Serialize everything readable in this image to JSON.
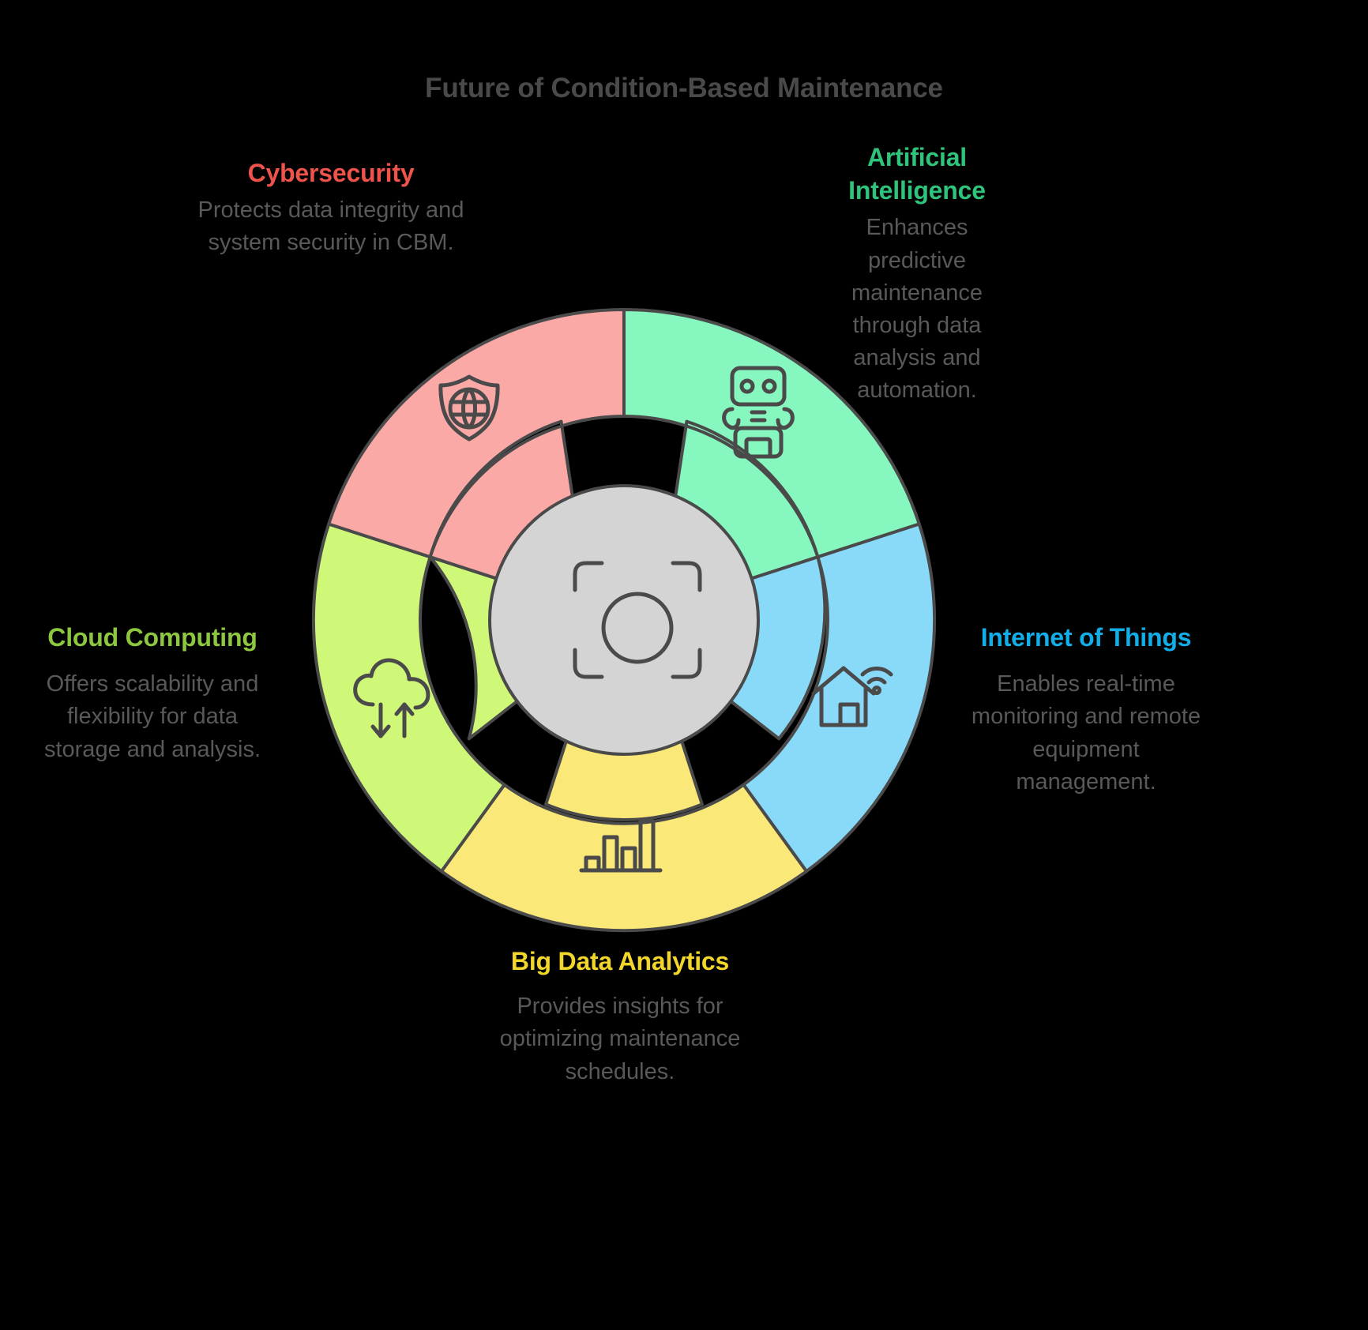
{
  "title": "Future of Condition-Based Maintenance",
  "colors": {
    "segment_cybersecurity": "#FBA9A6",
    "segment_ai": "#86F7BE",
    "segment_iot": "#89DAF9",
    "segment_bigdata": "#FAE878",
    "segment_cloud": "#D0F878",
    "hub": "#D4D4D4",
    "stroke": "#4A4A4A",
    "background": "#000000",
    "label_cybersecurity": "#F0534C",
    "label_ai": "#2FC47C",
    "label_iot": "#12AEE8",
    "label_bigdata": "#F2D72A",
    "label_cloud": "#8DC63F",
    "body_text": "#57595A",
    "title_text": "#4A4A4A"
  },
  "center": {
    "icon": "focus-scan-icon"
  },
  "segments": [
    {
      "id": "artificial-intelligence",
      "title": "Artificial\nIntelligence",
      "title_line1": "Artificial",
      "title_line2": "Intelligence",
      "description": "Enhances predictive maintenance through data analysis and automation.",
      "icon": "robot-icon",
      "color": "#86F7BE",
      "label_color": "#2FC47C",
      "position": "top-right"
    },
    {
      "id": "internet-of-things",
      "title": "Internet of Things",
      "description": "Enables real-time monitoring and remote equipment management.",
      "icon": "smart-home-wifi-icon",
      "color": "#89DAF9",
      "label_color": "#12AEE8",
      "position": "right"
    },
    {
      "id": "big-data-analytics",
      "title": "Big Data Analytics",
      "description": "Provides insights for optimizing maintenance schedules.",
      "icon": "bar-chart-icon",
      "color": "#FAE878",
      "label_color": "#F2D72A",
      "position": "bottom"
    },
    {
      "id": "cloud-computing",
      "title": "Cloud Computing",
      "description": "Offers scalability and flexibility for data storage and analysis.",
      "icon": "cloud-sync-icon",
      "color": "#D0F878",
      "label_color": "#8DC63F",
      "position": "left"
    },
    {
      "id": "cybersecurity",
      "title": "Cybersecurity",
      "description": "Protects data integrity and system security in CBM.",
      "icon": "shield-globe-icon",
      "color": "#FBA9A6",
      "label_color": "#F0534C",
      "position": "top-left"
    }
  ]
}
